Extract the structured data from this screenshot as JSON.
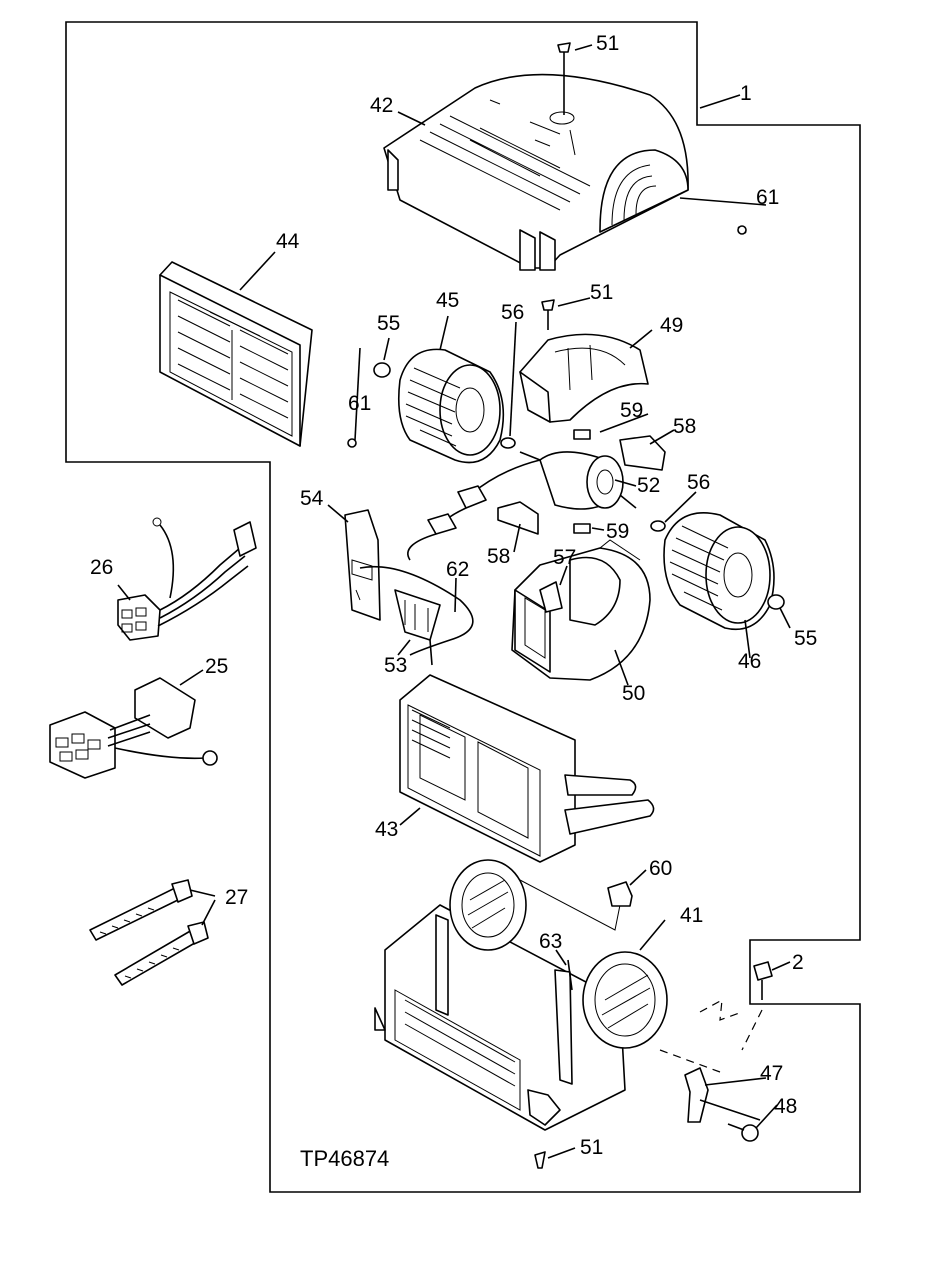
{
  "diagram": {
    "reference_code": "TP46874",
    "callouts": {
      "c1": "1",
      "c2": "2",
      "c25": "25",
      "c26": "26",
      "c27": "27",
      "c41": "41",
      "c42": "42",
      "c43": "43",
      "c44": "44",
      "c45": "45",
      "c46": "46",
      "c47": "47",
      "c48": "48",
      "c49": "49",
      "c50": "50",
      "c51a": "51",
      "c51b": "51",
      "c51c": "51",
      "c52": "52",
      "c53": "53",
      "c54": "54",
      "c55a": "55",
      "c55b": "55",
      "c56a": "56",
      "c56b": "56",
      "c57": "57",
      "c58a": "58",
      "c58b": "58",
      "c59a": "59",
      "c59b": "59",
      "c60": "60",
      "c61a": "61",
      "c61b": "61",
      "c62": "62",
      "c63": "63"
    }
  }
}
